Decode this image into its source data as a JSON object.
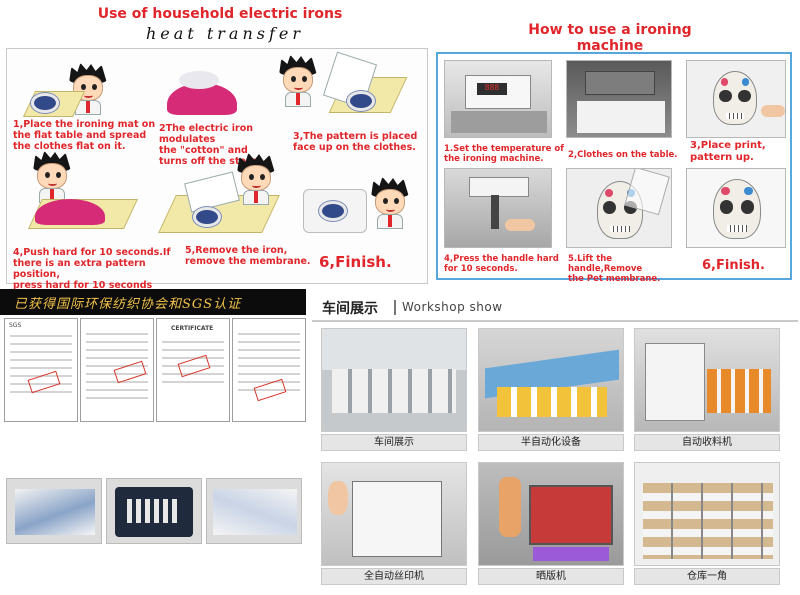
{
  "panel1": {
    "title": "Use of household electric irons",
    "subtitle": "heat transfer",
    "steps": [
      "1,Place the ironing mat on\nthe flat table and spread\nthe clothes flat on it.",
      "2The electric iron modulates\nthe \"cotton\" and\nturns off the steam.",
      "3,The pattern is placed\nface up on the clothes.",
      "4,Push hard for 10 seconds.If\nthere is an extra pattern position,\npress hard for 10 seconds",
      "5,Remove the iron,\nremove the membrane."
    ],
    "finish": "6,Finish."
  },
  "panel2": {
    "title": "How to use a ironing machine",
    "captions": [
      "1.Set the temperature of\nthe ironing machine.",
      "2,Clothes on the table.",
      "3,Place print,\npattern up.",
      "4,Press the handle hard\nfor 10 seconds.",
      "5.Lift the handle,Remove\nthe Pet membrane."
    ],
    "finish": "6,Finish."
  },
  "panel3": {
    "banner": "已获得国际环保纺织协会和SGS认证",
    "cert_header": "SGS",
    "cert_title": "CERTIFICATE"
  },
  "panel5": {
    "heading_cn": "车间展示",
    "heading_en": "Workshop show",
    "captions": [
      "车间展示",
      "半自动化设备",
      "自动收料机",
      "全自动丝印机",
      "晒版机",
      "仓库一角"
    ]
  },
  "colors": {
    "accent_red": "#e0262b",
    "frame_blue": "#57a6dd",
    "banner_gold": "#f0c14a"
  }
}
